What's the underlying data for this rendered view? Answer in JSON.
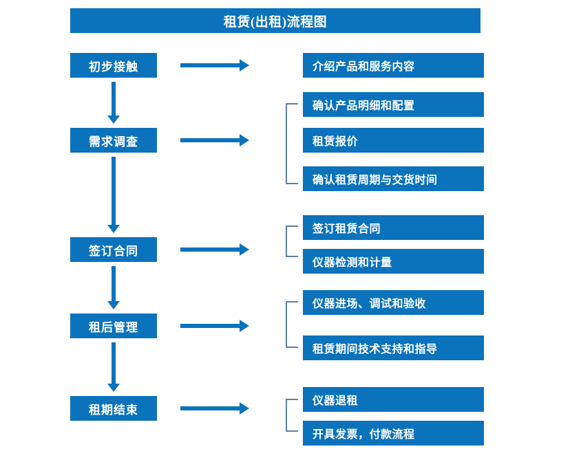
{
  "diagram": {
    "title": "租赁(出租)流程图",
    "accent_color": "#0B72BC",
    "bracket_color": "#5B7FA6",
    "text_color": "#FFFFFF",
    "background_color": "#FFFFFF"
  },
  "stages": [
    {
      "label": "初步接触"
    },
    {
      "label": "需求调查"
    },
    {
      "label": "签订合同"
    },
    {
      "label": "租后管理"
    },
    {
      "label": "租期结束"
    }
  ],
  "details": [
    {
      "label": "介绍产品和服务内容"
    },
    {
      "label": "确认产品明细和配置"
    },
    {
      "label": "租赁报价"
    },
    {
      "label": "确认租赁周期与交货时间"
    },
    {
      "label": "签订租赁合同"
    },
    {
      "label": "仪器检测和计量"
    },
    {
      "label": "仪器进场、调试和验收"
    },
    {
      "label": "租赁期间技术支持和指导"
    },
    {
      "label": "仪器退租"
    },
    {
      "label": "开具发票，付款流程"
    }
  ],
  "connectors": {
    "horizontal_arrow": "arrow-right",
    "vertical_arrow": "arrow-down",
    "group_bracket": "bracket-left"
  }
}
